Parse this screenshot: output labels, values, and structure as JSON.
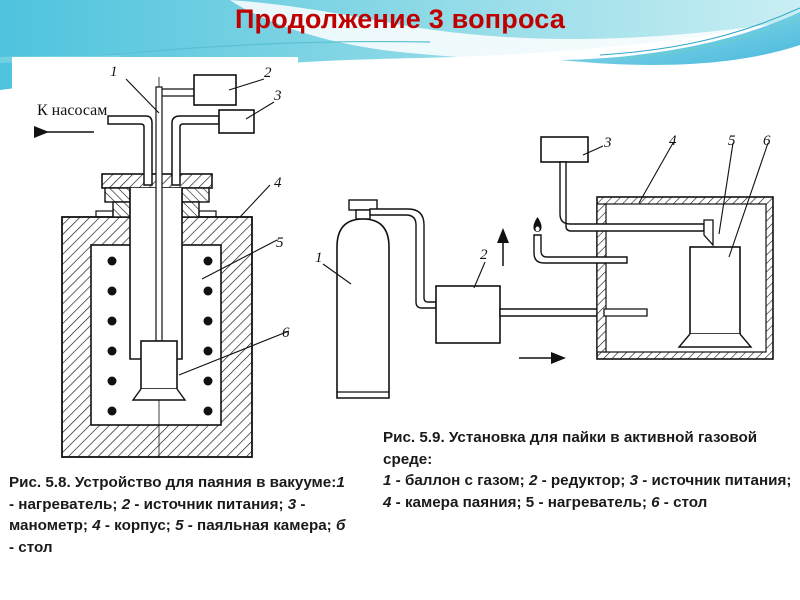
{
  "slide": {
    "title": "Продолжение 3 вопроса",
    "colors": {
      "title": "#c00000",
      "background_wave_light": "#bfe9f0",
      "background_wave_mid": "#7fd3e3",
      "background_wave_dark": "#3fb4d6",
      "panel": "#ffffff"
    }
  },
  "figure_left": {
    "pump_label": "К насосам",
    "callouts": [
      "1",
      "2",
      "3",
      "4",
      "5",
      "6"
    ],
    "caption": {
      "prefix": "Рис. 5.8. Устройство для паяния в вакууме:",
      "items": [
        {
          "num": "1",
          "text": " - нагреватель; "
        },
        {
          "num": "2",
          "text": " - источник питания; "
        },
        {
          "num": "3",
          "text": " - манометр; "
        },
        {
          "num": "4",
          "text": " - корпус; "
        },
        {
          "num": "5",
          "text": " - паяльная камера; "
        },
        {
          "num": "б",
          "text": " - стол"
        }
      ]
    }
  },
  "figure_right": {
    "callouts": [
      "1",
      "2",
      "3",
      "4",
      "5",
      "6"
    ],
    "caption": {
      "prefix": "Рис. 5.9. Установка для пайки в активной газовой среде:",
      "items": [
        {
          "num": "1",
          "text": " - баллон с газом; "
        },
        {
          "num": "2",
          "text": " - редуктор; "
        },
        {
          "num": "3",
          "text": " - источник питания; "
        },
        {
          "num": "4",
          "text": " - камера паяния; "
        },
        {
          "num": "5",
          "text": " - нагреватель; "
        },
        {
          "num": "6",
          "text": " - стол"
        }
      ]
    }
  }
}
